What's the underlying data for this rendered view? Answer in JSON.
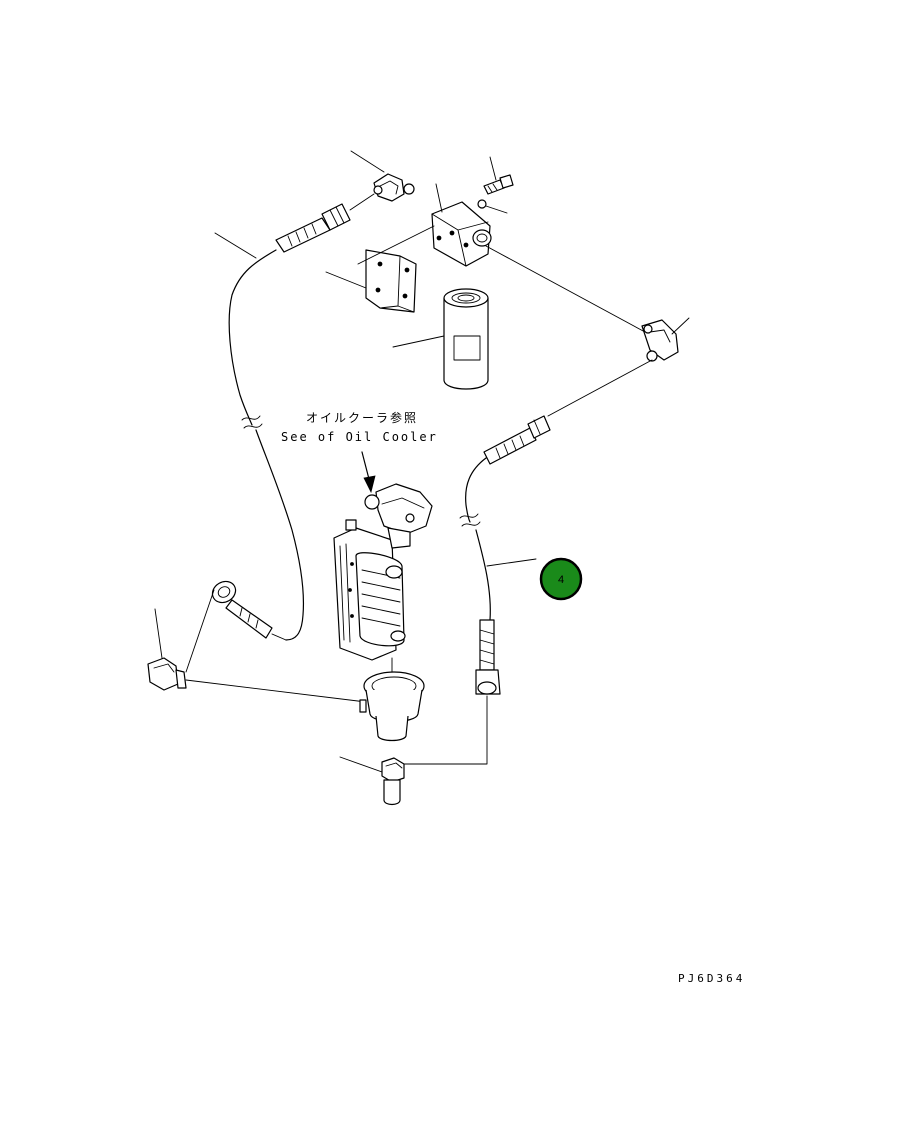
{
  "diagram": {
    "note_jp": "オイルクーラ参照",
    "note_en": "See of Oil Cooler",
    "drawing_code": "PJ6D364",
    "callout": {
      "number": "4",
      "fill_color": "#1a8a1a"
    },
    "line_color": "#000000",
    "background_color": "#ffffff"
  }
}
